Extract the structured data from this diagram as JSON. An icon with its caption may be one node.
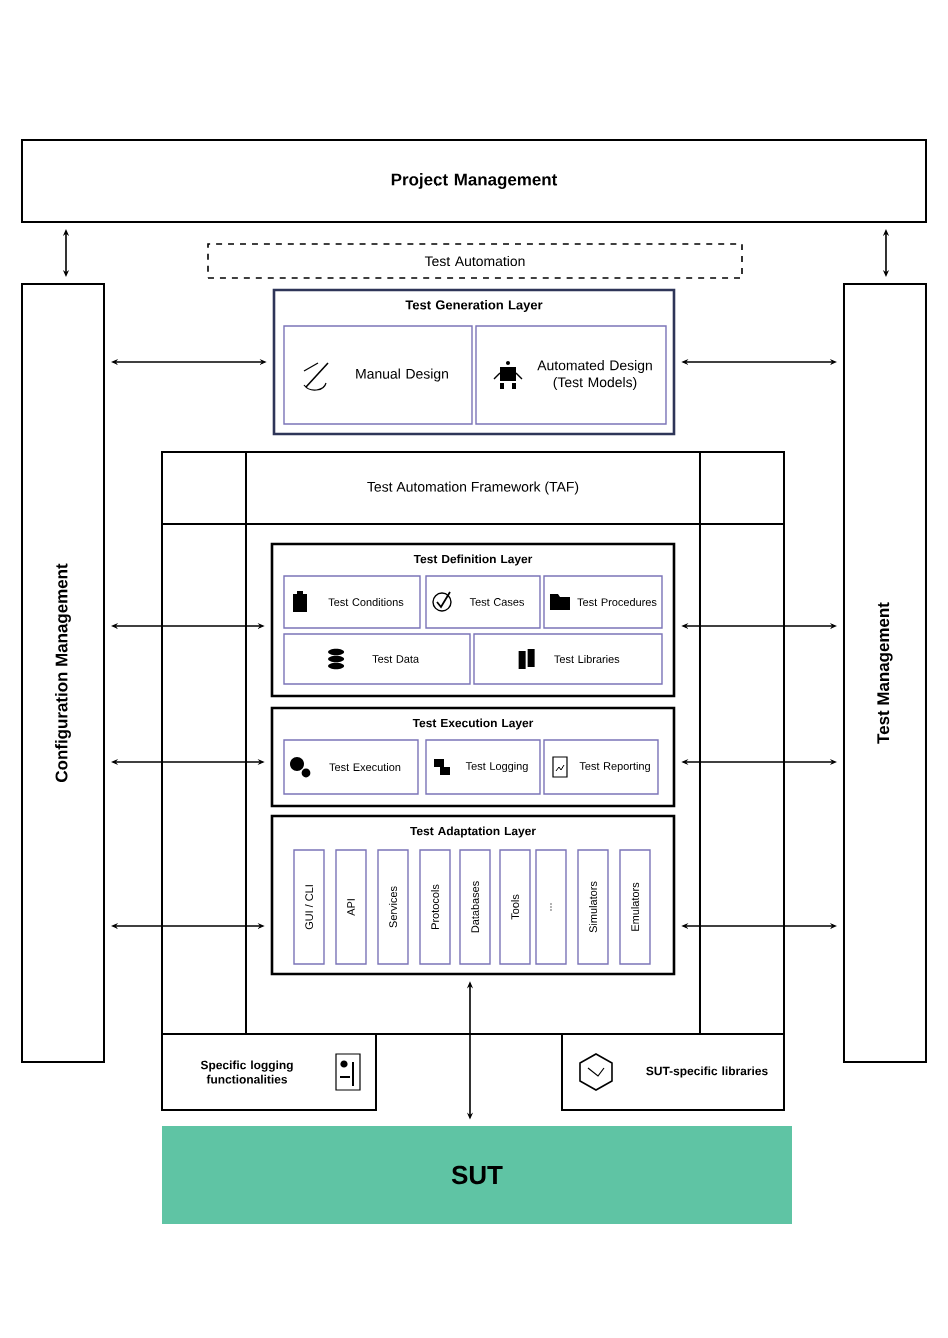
{
  "diagram": {
    "nodes": [
      {
        "text": [
          "Project Management"
        ]
      },
      {
        "text": [
          "Test Automation"
        ]
      },
      {
        "text": [
          "Configuration Management"
        ]
      },
      {
        "text": [
          "Test Management"
        ]
      },
      {
        "text": [
          "Test Generation Layer"
        ]
      },
      {
        "text": [
          "Manual Design"
        ],
        "in": 4
      },
      {
        "text": [
          "Automated Design (Test Models)"
        ],
        "in": 4
      },
      {
        "text": [
          "Test Automation Framework (TAF)"
        ]
      },
      {
        "text": [
          "Test Definition Layer"
        ],
        "in": 7
      },
      {
        "text": [
          "Test Conditions"
        ],
        "in": 8
      },
      {
        "text": [
          "Test Cases"
        ],
        "in": 8
      },
      {
        "text": [
          "Test Procedures"
        ],
        "in": 8
      },
      {
        "text": [
          "Test Data"
        ],
        "in": 8
      },
      {
        "text": [
          "Test Libraries"
        ],
        "in": 8
      },
      {
        "text": [
          "Test Execution Layer"
        ],
        "in": 7
      },
      {
        "text": [
          "Test Execution"
        ],
        "in": 14
      },
      {
        "text": [
          "Test Logging"
        ],
        "in": 14
      },
      {
        "text": [
          "Test Reporting"
        ],
        "in": 14
      },
      {
        "text": [
          "Test Adaptation Layer"
        ],
        "in": 7
      },
      {
        "text": [
          "GUI / CLI"
        ],
        "in": 18
      },
      {
        "text": [
          "API"
        ],
        "in": 18
      },
      {
        "text": [
          "Services"
        ],
        "in": 18
      },
      {
        "text": [
          "Protocols"
        ],
        "in": 18
      },
      {
        "text": [
          "Databases"
        ],
        "in": 18
      },
      {
        "text": [
          "Tools"
        ],
        "in": 18
      },
      {
        "text": [
          "..."
        ],
        "in": 18
      },
      {
        "text": [
          "Simulators"
        ],
        "in": 18
      },
      {
        "text": [
          "Emulators"
        ],
        "in": 18
      },
      {
        "text": [
          "Specific logging functionalities"
        ]
      },
      {
        "text": [
          "SUT-specific libraries"
        ]
      },
      {
        "text": [
          "SUT"
        ]
      }
    ],
    "edges": [
      {
        "from": 0,
        "to": 2,
        "arrow": "both"
      },
      {
        "from": 0,
        "to": 3,
        "arrow": "both"
      },
      {
        "from": 2,
        "to": 4,
        "arrow": "both"
      },
      {
        "from": 4,
        "to": 3,
        "arrow": "both"
      },
      {
        "from": 2,
        "to": 8,
        "arrow": "both"
      },
      {
        "from": 3,
        "to": 8,
        "arrow": "both"
      },
      {
        "from": 2,
        "to": 14,
        "arrow": "both"
      },
      {
        "from": 3,
        "to": 14,
        "arrow": "both"
      },
      {
        "from": 2,
        "to": 18,
        "arrow": "both"
      },
      {
        "from": 3,
        "to": 18,
        "arrow": "both"
      },
      {
        "from": 18,
        "to": 30,
        "arrow": "both"
      }
    ]
  }
}
